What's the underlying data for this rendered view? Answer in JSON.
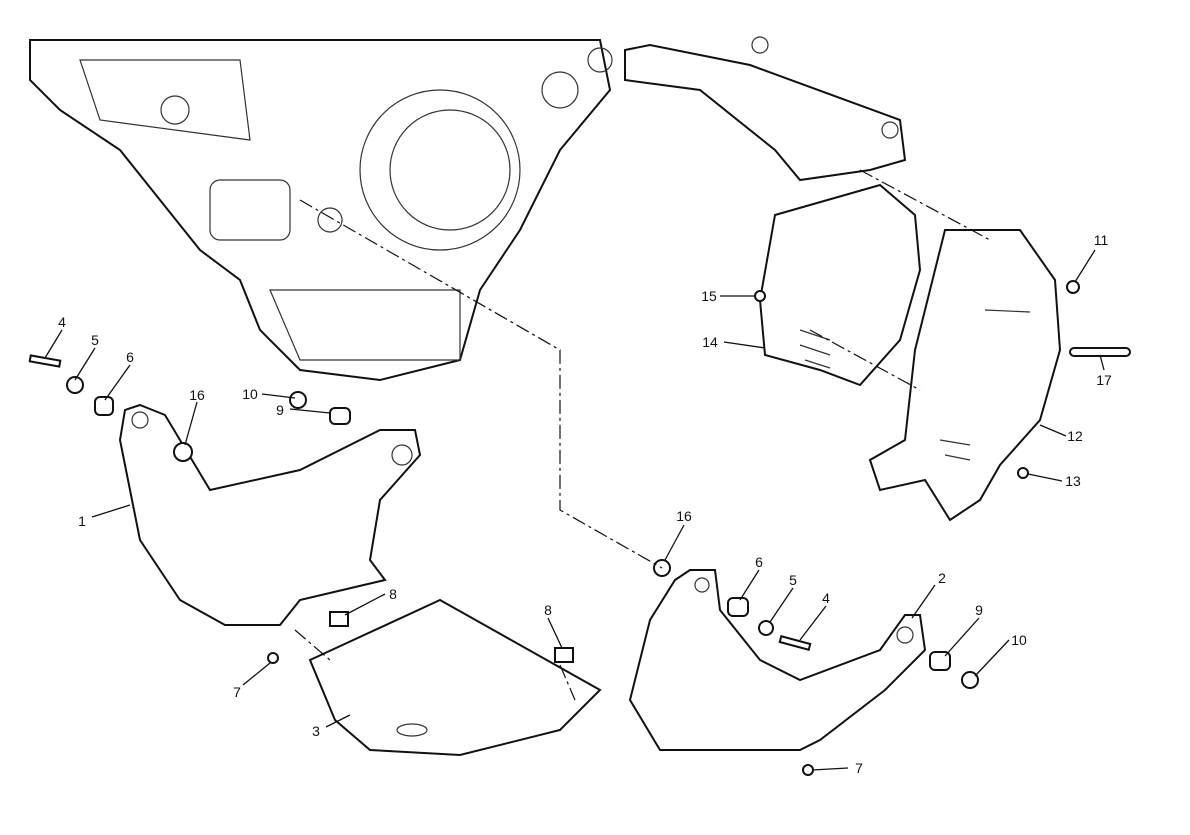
{
  "diagram": {
    "callouts": [
      {
        "id": "c4a",
        "text": "4"
      },
      {
        "id": "c5a",
        "text": "5"
      },
      {
        "id": "c6a",
        "text": "6"
      },
      {
        "id": "c16a",
        "text": "16"
      },
      {
        "id": "c10a",
        "text": "10"
      },
      {
        "id": "c9a",
        "text": "9"
      },
      {
        "id": "c1",
        "text": "1"
      },
      {
        "id": "c8a",
        "text": "8"
      },
      {
        "id": "c8b",
        "text": "8"
      },
      {
        "id": "c7a",
        "text": "7"
      },
      {
        "id": "c3",
        "text": "3"
      },
      {
        "id": "c16b",
        "text": "16"
      },
      {
        "id": "c6b",
        "text": "6"
      },
      {
        "id": "c5b",
        "text": "5"
      },
      {
        "id": "c4b",
        "text": "4"
      },
      {
        "id": "c2",
        "text": "2"
      },
      {
        "id": "c9b",
        "text": "9"
      },
      {
        "id": "c10b",
        "text": "10"
      },
      {
        "id": "c7b",
        "text": "7"
      },
      {
        "id": "c11",
        "text": "11"
      },
      {
        "id": "c15",
        "text": "15"
      },
      {
        "id": "c14",
        "text": "14"
      },
      {
        "id": "c17",
        "text": "17"
      },
      {
        "id": "c12",
        "text": "12"
      },
      {
        "id": "c13",
        "text": "13"
      }
    ]
  }
}
